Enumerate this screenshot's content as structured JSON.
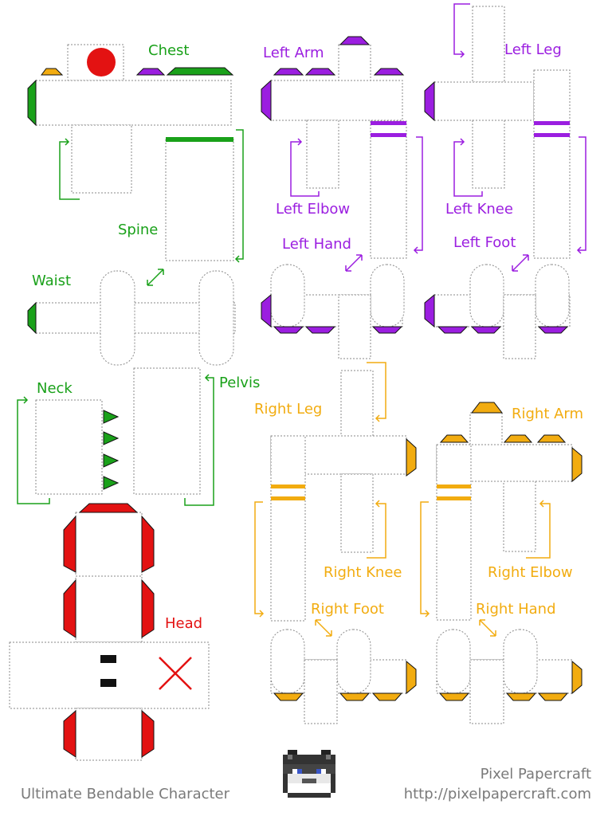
{
  "labels": {
    "chest": "Chest",
    "spine": "Spine",
    "waist": "Waist",
    "neck": "Neck",
    "pelvis": "Pelvis",
    "head": "Head",
    "left_arm": "Left Arm",
    "left_elbow": "Left Elbow",
    "left_hand": "Left Hand",
    "left_leg": "Left Leg",
    "left_knee": "Left Knee",
    "left_foot": "Left Foot",
    "right_leg": "Right Leg",
    "right_knee": "Right Knee",
    "right_foot": "Right Foot",
    "right_arm": "Right Arm",
    "right_elbow": "Right Elbow",
    "right_hand": "Right Hand"
  },
  "footer": {
    "title": "Ultimate Bendable Character",
    "brand": "Pixel Papercraft",
    "url": "http://pixelpapercraft.com"
  },
  "colors": {
    "green": "#1aa11a",
    "purple": "#9b1ee0",
    "orange": "#f2ac10",
    "red": "#e31212",
    "cut_line": "#8a8a8a"
  }
}
